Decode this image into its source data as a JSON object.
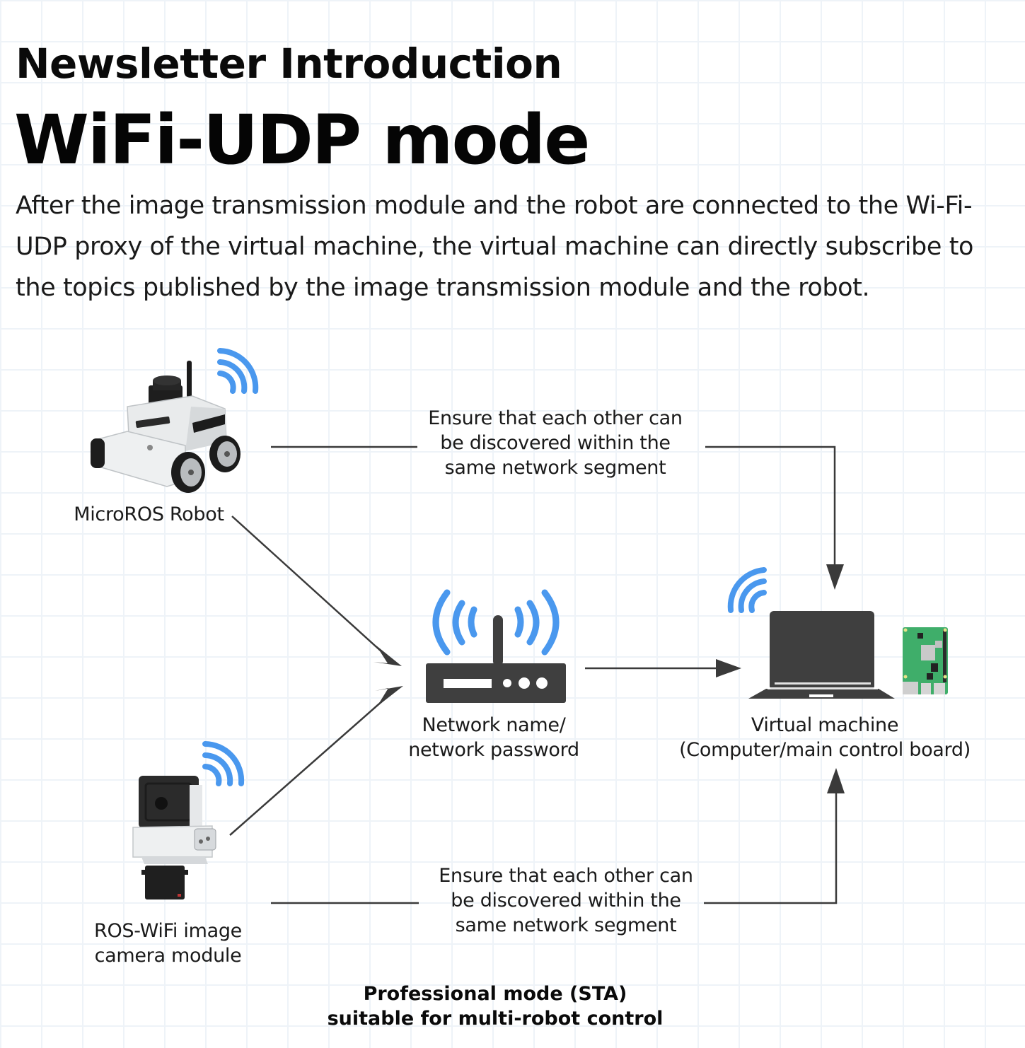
{
  "header": {
    "kicker": "Newsletter Introduction",
    "title": "WiFi-UDP mode",
    "intro": "After the image transmission module and the robot are connected to the Wi-Fi-UDP proxy of the virtual machine, the virtual machine can directly subscribe to the topics published by the image transmission module and the robot."
  },
  "nodes": {
    "robot": {
      "label": "MicroROS Robot",
      "icon": "robot-car-image",
      "wifi_icon": "wifi-signal-icon"
    },
    "camera": {
      "label_line1": "ROS-WiFi image",
      "label_line2": "camera module",
      "icon": "camera-module-image",
      "wifi_icon": "wifi-signal-icon"
    },
    "router": {
      "label_line1": "Network name/",
      "label_line2": "network password",
      "icon": "router-icon"
    },
    "vm": {
      "label_line1": "Virtual machine",
      "label_line2": "(Computer/main control board)",
      "icon": "laptop-icon",
      "board_icon": "raspberry-pi-board-image"
    }
  },
  "edges": {
    "top_note": [
      "Ensure that each other can",
      "be discovered within the",
      "same network segment"
    ],
    "bottom_note": [
      "Ensure that each other can",
      "be discovered within the",
      "same network segment"
    ]
  },
  "footer": {
    "line1": "Professional mode (STA)",
    "line2": "suitable for multi-robot control"
  },
  "colors": {
    "wifi_blue": "#4a98ee",
    "icon_dark": "#3f3f3f",
    "line": "#3a3a3a",
    "board_green": "#3fae6a"
  }
}
